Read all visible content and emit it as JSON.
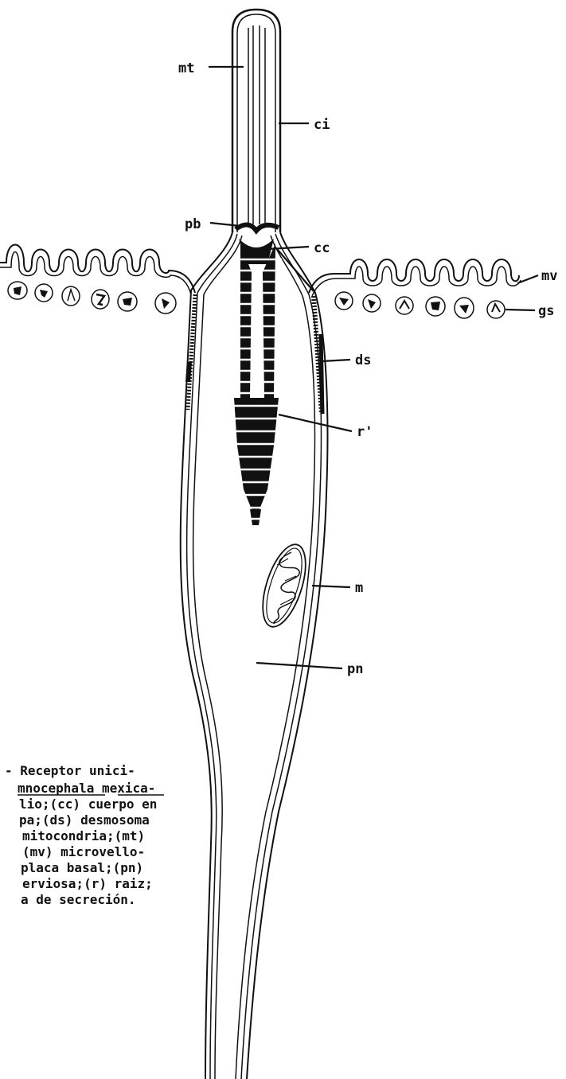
{
  "labels": {
    "mt": "mt",
    "ci": "ci",
    "pb": "pb",
    "cc": "cc",
    "mv": "mv",
    "gs": "gs",
    "ds": "ds",
    "r": "r'",
    "m": "m",
    "pn": "pn"
  },
  "caption": {
    "line1": "- Receptor unici-",
    "line2": "mnocephala mexica-",
    "line3": "lio;(cc) cuerpo en",
    "line4": "pa;(ds) desmosoma",
    "line5": "mitocondria;(mt)",
    "line6": "(mv) microvello-",
    "line7": "placa basal;(pn)",
    "line8": "erviosa;(r) raiz;",
    "line9": "a de secreción."
  },
  "colors": {
    "ink": "#111111",
    "paper": "#ffffff"
  }
}
